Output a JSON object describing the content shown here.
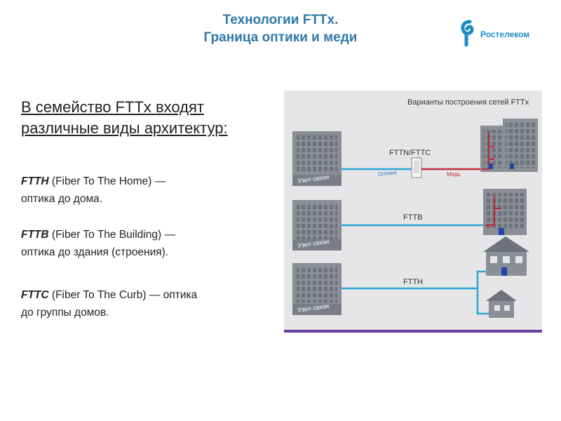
{
  "header": {
    "title_line1": "Технологии FTTx.",
    "title_line2": "Граница оптики и меди",
    "logo_text": "Ростелеком",
    "brand_color": "#1f8dc5"
  },
  "content": {
    "heading_line1": "В семейство FTTx входят",
    "heading_line2": "различные виды архитектур:",
    "items": [
      {
        "term": "FTTH",
        "desc": " (Fiber To The Home) —",
        "desc2": "оптика до дома."
      },
      {
        "term": "FTTB",
        "desc": " (Fiber To The Building) —",
        "desc2": "оптика до здания (строения)."
      },
      {
        "term": "FTTC",
        "desc": " (Fiber To The Curb) — оптика",
        "desc2": "до группы домов."
      }
    ]
  },
  "diagram": {
    "title": "Варианты построения сетей FTTx",
    "node_label": "Узел связи",
    "labels": {
      "fttn": "FTTN/FTTC",
      "optika": "Оптика",
      "med": "Медь",
      "fttb": "FTTB",
      "ftth": "FTTH"
    },
    "colors": {
      "fiber": "#2aa6d8",
      "copper": "#c0283c",
      "building": "#8a8e96",
      "bg": "#e8e8ea"
    }
  }
}
